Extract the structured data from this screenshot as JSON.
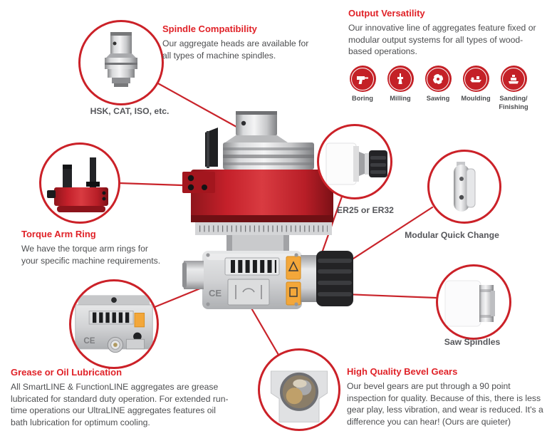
{
  "colors": {
    "accent_red": "#cb2128",
    "heading_red": "#e02228",
    "body_text": "#4d4e50",
    "machine_red": "#c4202a",
    "warning_orange": "#f3a73a"
  },
  "callouts": {
    "spindle": {
      "heading": "Spindle Compatibility",
      "body": "Our aggregate heads are available for all types of machine spindles.",
      "caption": "HSK, CAT, ISO, etc."
    },
    "output": {
      "heading": "Output Versatility",
      "body": "Our innovative line of aggregates feature fixed or modular output systems for all types of wood-based operations.",
      "operations": [
        {
          "label": "Boring",
          "icon": "drill"
        },
        {
          "label": "Milling",
          "icon": "milling-bit"
        },
        {
          "label": "Sawing",
          "icon": "saw-blade"
        },
        {
          "label": "Moulding",
          "icon": "hand-plane"
        },
        {
          "label": "Sanding/ Finishing",
          "icon": "sander"
        }
      ]
    },
    "torque": {
      "heading": "Torque Arm Ring",
      "body": "We have the torque arm rings for your specific machine requirements."
    },
    "er_collet": {
      "caption": "ER25 or ER32"
    },
    "modular": {
      "caption": "Modular Quick Change"
    },
    "saw": {
      "caption": "Saw Spindles"
    },
    "grease": {
      "heading": "Grease or Oil Lubrication",
      "body": "All SmartLINE & FunctionLINE aggregates are grease lubricated for standard duty operation. For extended run-time operations our UltraLINE aggregates features oil bath lubrication for optimum cooling."
    },
    "gears": {
      "heading": "High Quality Bevel Gears",
      "body": "Our bevel gears are put through a 90 point inspection for quality. Because of this, there is less gear play, less vibration, and wear is reduced. It's a difference you can hear! (Ours are quieter)"
    }
  },
  "machine": {
    "ce_label": "CE"
  }
}
